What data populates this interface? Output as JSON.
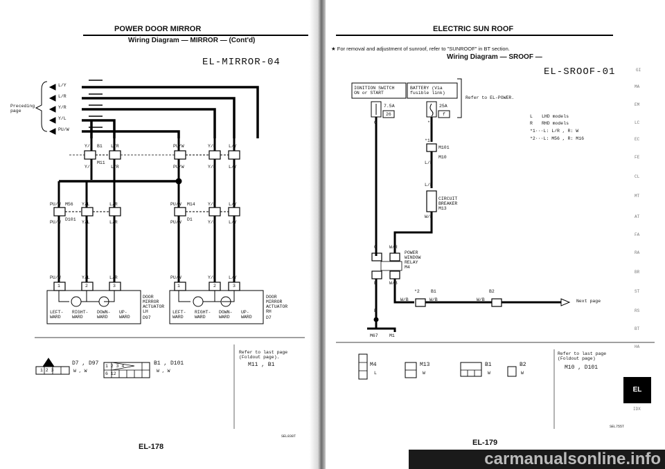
{
  "left_page": {
    "title": "POWER DOOR MIRROR",
    "subtitle": "Wiring Diagram — MIRROR — (Cont'd)",
    "code": "EL-MIRROR-04",
    "preceding": "Preceding\npage",
    "incoming": [
      "L/Y",
      "L/R",
      "Y/R",
      "Y/L",
      "PU/W"
    ],
    "row1": [
      {
        "top": "Y/L",
        "conn": "B1",
        "top2": "L/R"
      },
      {
        "top": "PU/W",
        "top2": "Y/R",
        "top3": "L/Y"
      }
    ],
    "row1_labels_bottom": [
      "Y/L",
      "L/R",
      "PU/W",
      "Y/R",
      "L/Y"
    ],
    "row1_conn_left": "M11",
    "row2_top": [
      "PU/W",
      "Y/L",
      "L/R",
      "PU/W",
      "Y/R",
      "L/Y"
    ],
    "row2_conn": [
      "M56",
      "M14"
    ],
    "row2_bottom": [
      "PU/W",
      "Y/L",
      "L/R",
      "PU/W",
      "Y/R",
      "L/Y"
    ],
    "row2_conn_bottom": [
      "D101",
      "D1"
    ],
    "row3_top": [
      "PU/W",
      "Y/L",
      "L/R",
      "PU/W",
      "Y/R",
      "L/Y"
    ],
    "pins_left": [
      "1",
      "2",
      "3"
    ],
    "pins_right": [
      "1",
      "2",
      "3"
    ],
    "actuator_left": {
      "labels": [
        "LEFT-\nWARD",
        "RIGHT-\nWARD",
        "DOWN-\nWARD",
        "UP-\nWARD"
      ],
      "name": "DOOR\nMIRROR\nACTUATOR\nLH",
      "conn": "D97"
    },
    "actuator_right": {
      "labels": [
        "LEFT-\nWARD",
        "RIGHT-\nWARD",
        "DOWN-\nWARD",
        "UP-\nWARD"
      ],
      "name": "DOOR\nMIRROR\nACTUATOR\nRH",
      "conn": "D7"
    },
    "refer_note": "Refer to last page\n(Foldout page).",
    "refer_codes": "M11 , B1",
    "bottom_conn_left": {
      "pins": "1 2 3",
      "codes": "D7 , D97",
      "colors": "W , W"
    },
    "bottom_conn_mid": {
      "pins_top": "1 2 3 4",
      "pins_bot": "6 12",
      "codes": "B1 , D101",
      "colors": "W , W"
    },
    "figcode": "SEL838T",
    "page_number": "EL-178"
  },
  "right_page": {
    "title": "ELECTRIC SUN ROOF",
    "note": "★  For removal and adjustment of sunroof, refer to \"SUNROOF\" in BT section.",
    "subtitle": "Wiring Diagram — SROOF —",
    "code": "EL-SROOF-01",
    "box1": "IGNITION SWITCH\nON or START",
    "box2": "BATTERY (Via\nfusible link)",
    "refer_power": "Refer to EL-POWER.",
    "fuse1": {
      "amp": "7.5A",
      "num": "26"
    },
    "fuse2": {
      "amp": "25A",
      "num": "f"
    },
    "fuse1_wire": "G",
    "fuse2_mark": "*1",
    "legend": [
      {
        "sym": "L",
        "text": "LHD models"
      },
      {
        "sym": "R",
        "text": "RHD models"
      },
      {
        "sym": "*1",
        "text": "*1···L: L/R , R: W"
      },
      {
        "sym": "*2",
        "text": "*2···L: M56 , R: M16"
      }
    ],
    "wire_conn_top": [
      "M101",
      "M10"
    ],
    "wire_lr": "L/R",
    "wire_lr2": "L/R",
    "breaker": "CIRCUIT\nBREAKER\nM13",
    "breaker_out": "W/R",
    "relay": "POWER\nWINDOW\nRELAY\nM4",
    "relay_left": "G",
    "relay_right": "W/R",
    "relay_bot_left": "B",
    "relay_bot_right": "W/B",
    "conn_row": [
      "*2",
      "B1",
      "B2"
    ],
    "wb_labels": [
      "W/B",
      "W/B",
      "W/B"
    ],
    "next_page": "Next page",
    "ground_conn": [
      "M67",
      "M1"
    ],
    "refer_note": "Refer to last page\n(Foldout page)",
    "refer_codes": "M10 , D101",
    "bottom_conns": [
      {
        "codes": "M4",
        "color": "L"
      },
      {
        "codes": "M13",
        "color": "W"
      },
      {
        "codes": "B1",
        "color": "W"
      },
      {
        "codes": "B2",
        "color": "W"
      }
    ],
    "figcode": "SEL755T",
    "page_number": "EL-179"
  },
  "side_tabs": [
    "GI",
    "MA",
    "EM",
    "LC",
    "EC",
    "FE",
    "CL",
    "MT",
    "AT",
    "FA",
    "RA",
    "BR",
    "ST",
    "RS",
    "BT",
    "HA",
    "EL",
    "IDX"
  ],
  "watermark": "carmanualsonline.info"
}
